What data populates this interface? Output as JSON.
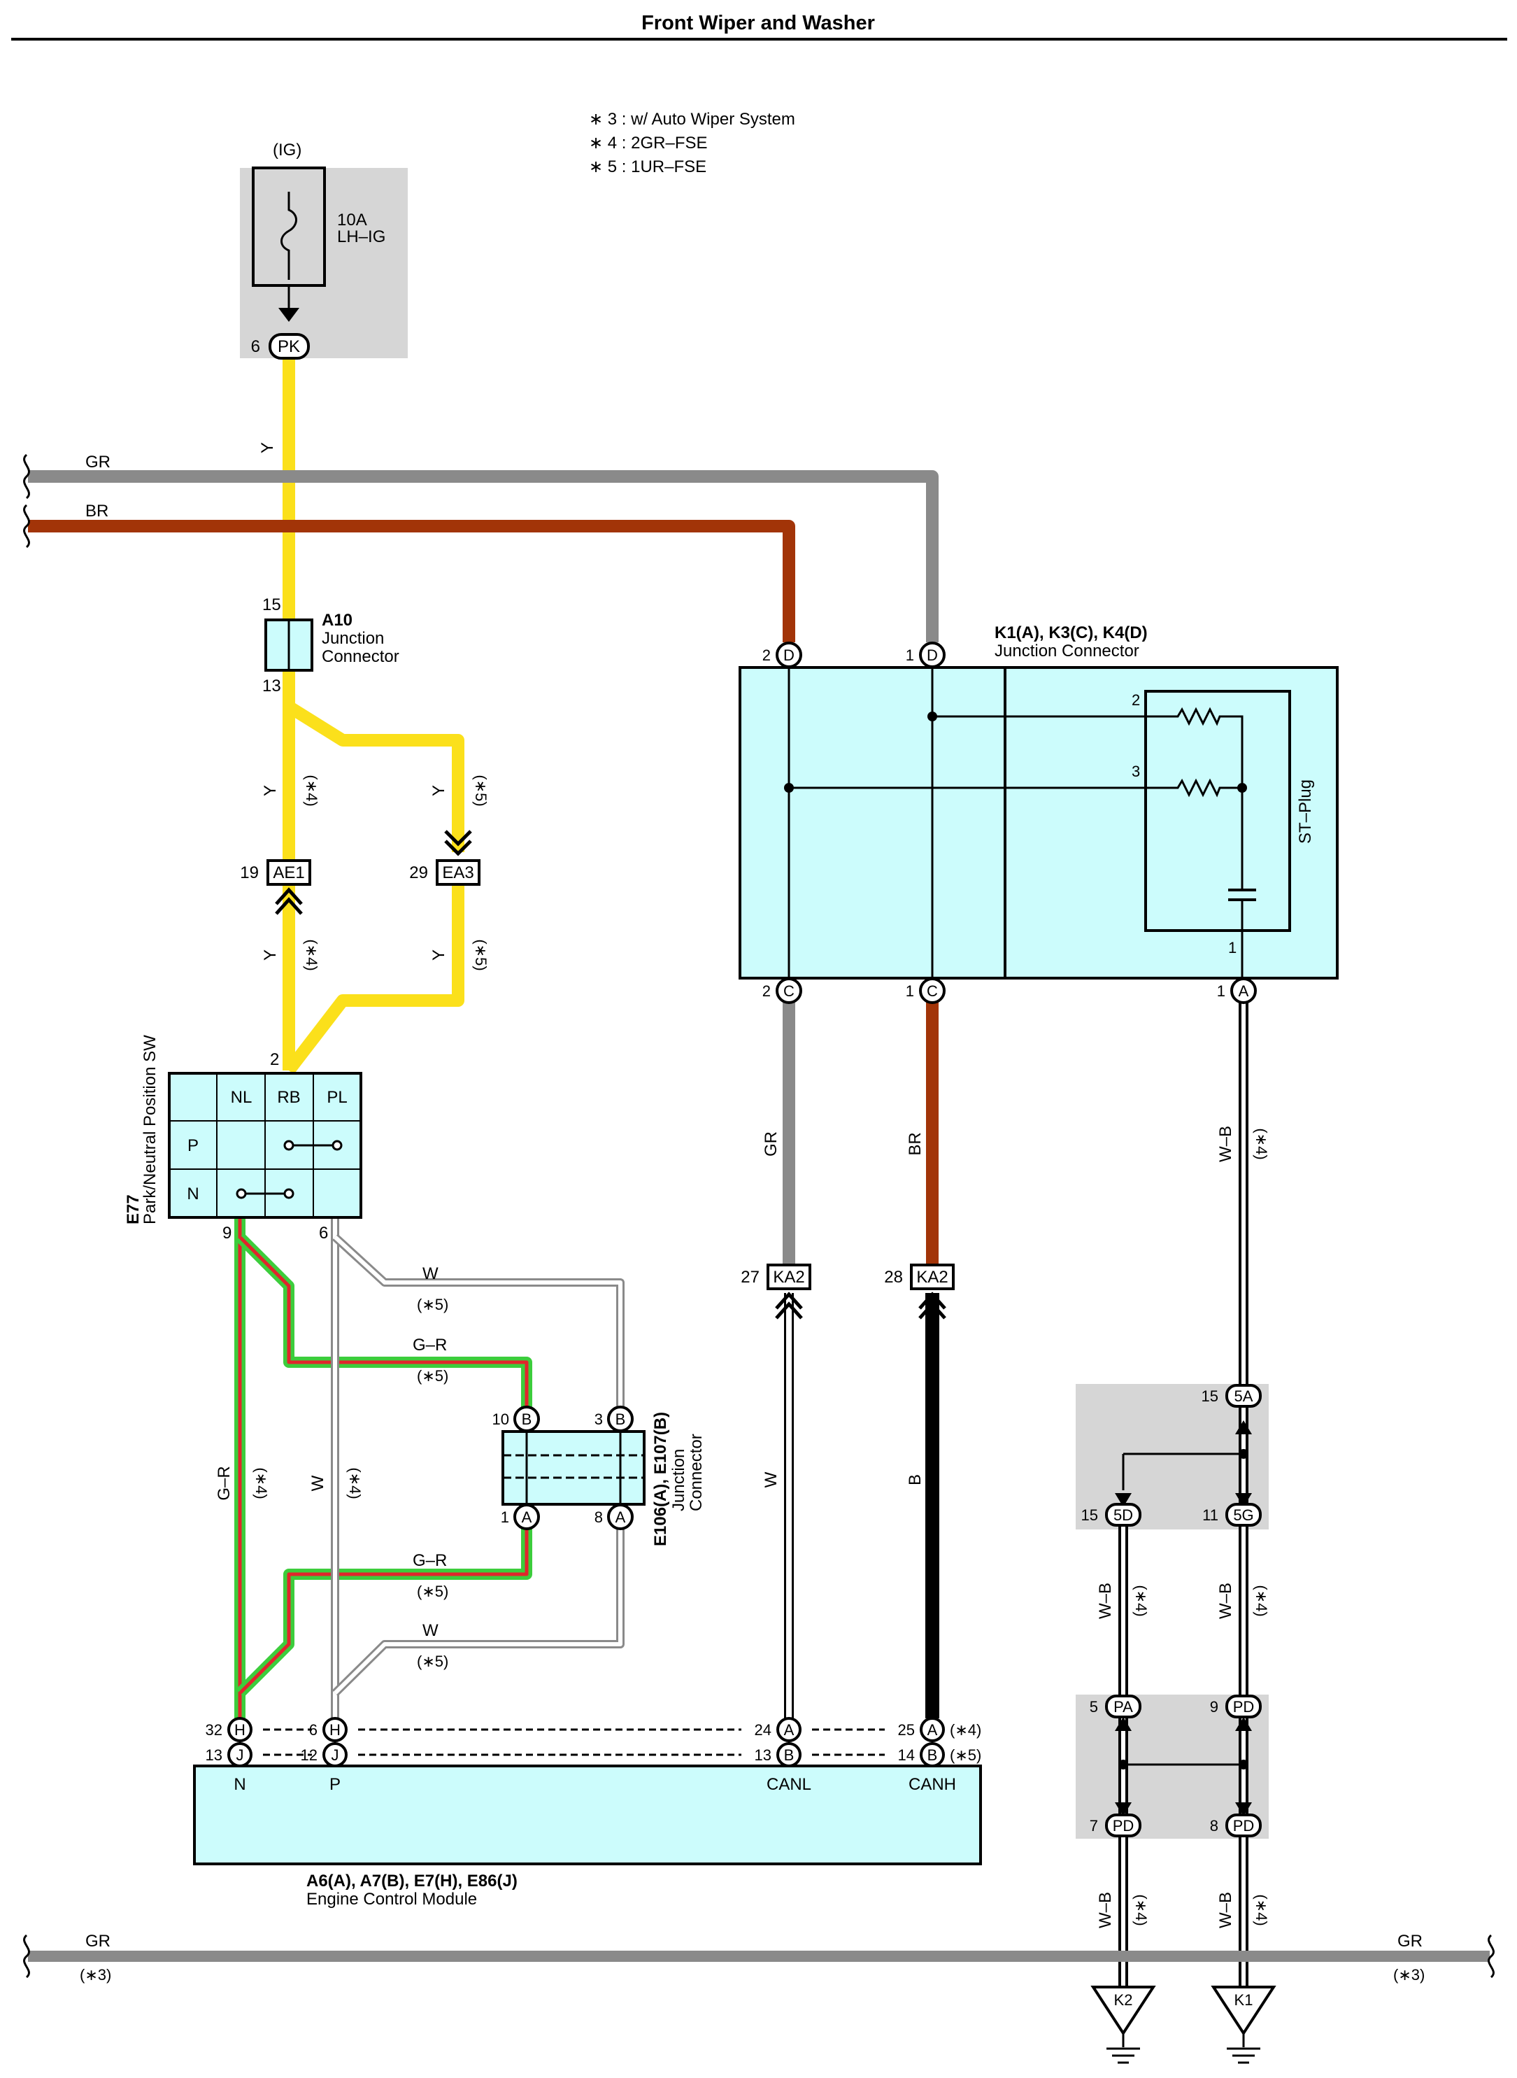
{
  "title": "Front Wiper and Washer",
  "notes": [
    "∗ 3 : w/ Auto Wiper System",
    "∗ 4 : 2GR–FSE",
    "∗ 5 : 1UR–FSE"
  ],
  "colors": {
    "yellow": "#fbe01b",
    "gray": "#8a8a8a",
    "brown": "#a23408",
    "black": "#000000",
    "green": "#3ccd3c",
    "red": "#e0262b",
    "component_fill": "#ccfcfc",
    "shade": "#d6d6d6"
  },
  "fuse": {
    "supply": "(IG)",
    "rating": "10A",
    "name": "LH–IG",
    "pin": "6",
    "connector": "PK"
  },
  "junction_a10": {
    "id": "A10",
    "name1": "Junction",
    "name2": "Connector",
    "pin_top": "15",
    "pin_bottom": "13"
  },
  "junction_k": {
    "id": "K1(A), K3(C), K4(D)",
    "name": "Junction Connector",
    "plug": "ST–Plug",
    "pins": [
      {
        "num": "2",
        "letter": "D"
      },
      {
        "num": "1",
        "letter": "D"
      },
      {
        "num": "2",
        "letter": "C"
      },
      {
        "num": "1",
        "letter": "C"
      },
      {
        "num": "1",
        "letter": "A"
      }
    ],
    "internal": [
      "2",
      "3",
      "1"
    ]
  },
  "switch": {
    "id": "E77",
    "name": "Park/Neutral Position SW",
    "cols": [
      "NL",
      "RB",
      "PL"
    ],
    "rows": [
      "P",
      "N"
    ],
    "pin_top": "2",
    "pins_bottom": [
      "9",
      "6"
    ]
  },
  "inline_connectors": [
    {
      "pin": "19",
      "id": "AE1"
    },
    {
      "pin": "29",
      "id": "EA3"
    },
    {
      "pin": "27",
      "id": "KA2"
    },
    {
      "pin": "28",
      "id": "KA2"
    }
  ],
  "junction_e106": {
    "id": "E106(A), E107(B)",
    "name1": "Junction",
    "name2": "Connector",
    "pins": [
      {
        "num": "10",
        "letter": "B"
      },
      {
        "num": "3",
        "letter": "B"
      },
      {
        "num": "1",
        "letter": "A"
      },
      {
        "num": "8",
        "letter": "A"
      }
    ]
  },
  "ecm": {
    "id": "A6(A), A7(B), E7(H), E86(J)",
    "name": "Engine Control Module",
    "terminals": [
      "N",
      "P",
      "CANL",
      "CANH"
    ],
    "row1": [
      {
        "num": "32",
        "letter": "H"
      },
      {
        "num": "6",
        "letter": "H"
      },
      {
        "num": "24",
        "letter": "A"
      },
      {
        "num": "25",
        "letter": "A"
      }
    ],
    "row2": [
      {
        "num": "13",
        "letter": "J"
      },
      {
        "num": "12",
        "letter": "J"
      },
      {
        "num": "13",
        "letter": "B"
      },
      {
        "num": "14",
        "letter": "B"
      }
    ],
    "note1": "(∗4)",
    "note2": "(∗5)"
  },
  "joint_connectors": [
    {
      "pin": "15",
      "id": "5A"
    },
    {
      "pin": "15",
      "id": "5D"
    },
    {
      "pin": "11",
      "id": "5G"
    },
    {
      "pin": "5",
      "id": "PA"
    },
    {
      "pin": "9",
      "id": "PD"
    },
    {
      "pin": "7",
      "id": "PD"
    },
    {
      "pin": "8",
      "id": "PD"
    }
  ],
  "grounds": [
    "K2",
    "K1"
  ],
  "wire_labels": {
    "y": "Y",
    "gr": "GR",
    "br": "BR",
    "w": "W",
    "gr_r": "G–R",
    "b": "B",
    "w_b": "W–B",
    "n3": "(∗3)",
    "n4": "(∗4)",
    "n5": "(∗5)"
  }
}
